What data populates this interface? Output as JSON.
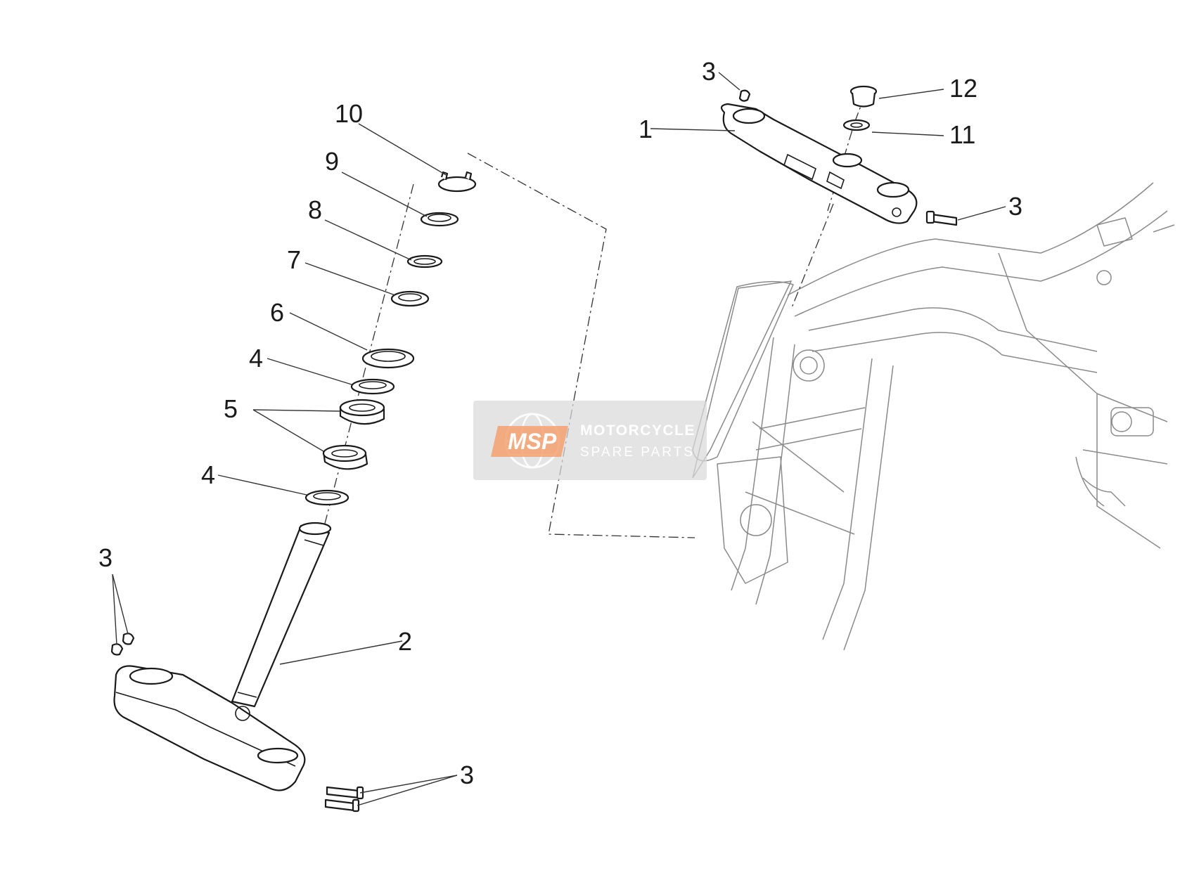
{
  "callouts": {
    "c1": "1",
    "c2": "2",
    "c3_top": "3",
    "c3_right": "3",
    "c3_left": "3",
    "c3_bottom": "3",
    "c4_upper": "4",
    "c4_lower": "4",
    "c5": "5",
    "c6": "6",
    "c7": "7",
    "c8": "8",
    "c9": "9",
    "c10": "10",
    "c11": "11",
    "c12": "12"
  },
  "watermark": {
    "logo": "MSP",
    "line1": "MOTORCYCLE",
    "line2": "SPARE PARTS"
  },
  "colors": {
    "line": "#1a1a1a",
    "frame": "#8a8a8a",
    "watermark_box": "#d9d9d9",
    "watermark_accent": "#f4a070",
    "watermark_text": "#ffffff"
  }
}
